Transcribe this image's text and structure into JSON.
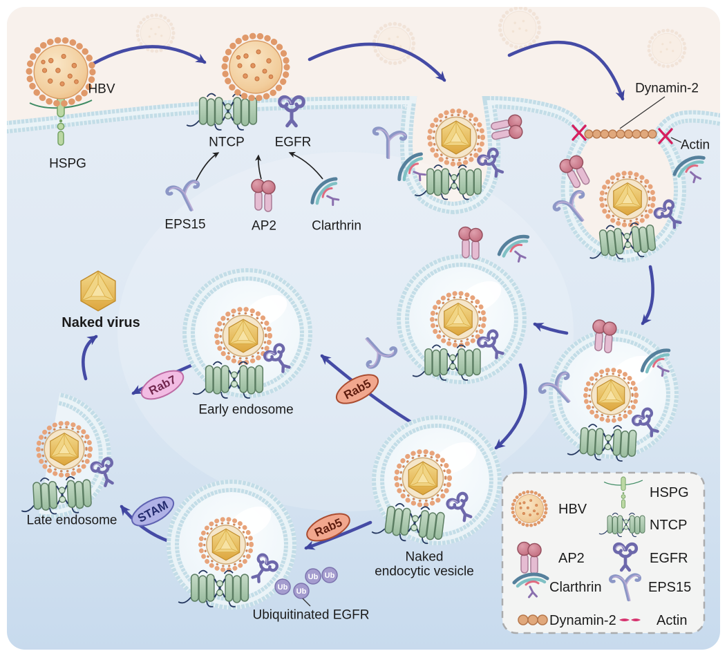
{
  "labels": {
    "hbv": "HBV",
    "hspg": "HSPG",
    "ntcp": "NTCP",
    "egfr": "EGFR",
    "eps15": "EPS15",
    "ap2": "AP2",
    "clathrin": "Clarthrin",
    "dynamin": "Dynamin-2",
    "actin": "Actin",
    "naked_virus": "Naked virus",
    "early_endosome": "Early endosome",
    "late_endosome": "Late endosome",
    "naked_vesicle_line1": "Naked",
    "naked_vesicle_line2": "endocytic vesicle",
    "ubiquitinated_egfr": "Ubiquitinated EGFR",
    "rab5": "Rab5",
    "rab7": "Rab7",
    "stam": "STAM",
    "ub": "Ub"
  },
  "legend": {
    "items": [
      {
        "id": "hbv",
        "label": "HBV"
      },
      {
        "id": "hspg",
        "label": "HSPG"
      },
      {
        "id": "ntcp",
        "label": "NTCP"
      },
      {
        "id": "ap2",
        "label": "AP2"
      },
      {
        "id": "egfr",
        "label": "EGFR"
      },
      {
        "id": "clathrin",
        "label": "Clarthrin"
      },
      {
        "id": "eps15",
        "label": "EPS15"
      },
      {
        "id": "dynamin",
        "label": "Dynamin-2"
      },
      {
        "id": "actin",
        "label": "Actin"
      }
    ]
  },
  "colors": {
    "extracellular": "#f8f1ec",
    "cytoplasm_top": "#e8eef6",
    "cytoplasm_bottom": "#c7daed",
    "membrane": "#c3dde7",
    "virus_envelope": "#eebc85",
    "virus_spike": "#e0996a",
    "capsid_gold": "#e3b04a",
    "ntcp_green": "#a9c9ab",
    "egfr_purple": "#6d68ab",
    "ap2_rose": "#c9798b",
    "clathrin_teal": "#6fb3bb",
    "arrow_blue": "#454ba5",
    "rab5_fill": "#f1a78e",
    "rab7_fill": "#f2bce3",
    "stam_fill": "#b0b2e6",
    "actin_red": "#d61f5e"
  }
}
